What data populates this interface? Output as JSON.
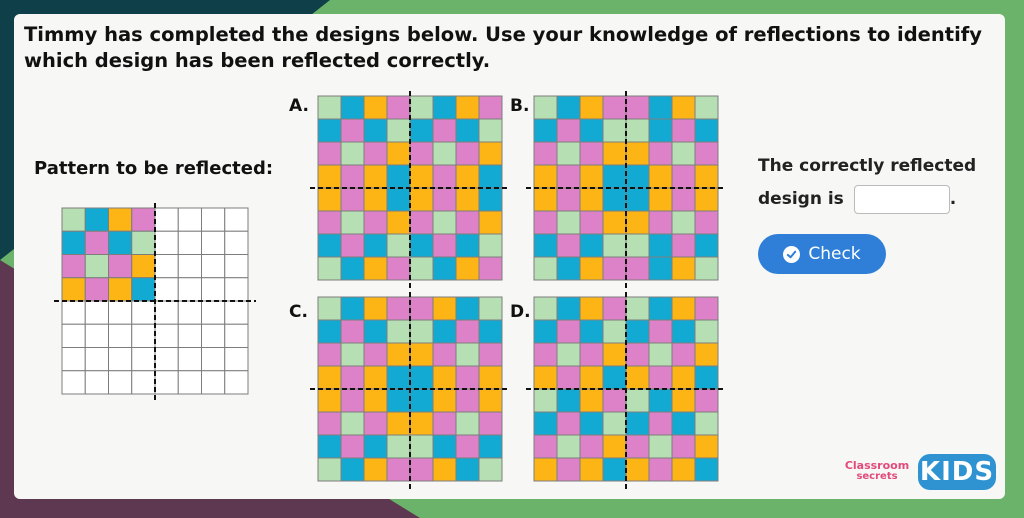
{
  "question": {
    "text": "Timmy has completed the designs below. Use your knowledge of reflections to identify which design has been reflected correctly."
  },
  "pattern": {
    "label": "Pattern to be reflected:",
    "cells": [
      [
        "G",
        "B",
        "O",
        "P"
      ],
      [
        "B",
        "P",
        "B",
        "G"
      ],
      [
        "P",
        "G",
        "P",
        "O"
      ],
      [
        "O",
        "P",
        "O",
        "B"
      ]
    ]
  },
  "options": [
    {
      "label": "A.",
      "cells": [
        [
          "G",
          "B",
          "O",
          "P",
          "G",
          "B",
          "O",
          "P"
        ],
        [
          "B",
          "P",
          "B",
          "G",
          "B",
          "P",
          "B",
          "G"
        ],
        [
          "P",
          "G",
          "P",
          "O",
          "P",
          "G",
          "P",
          "O"
        ],
        [
          "O",
          "P",
          "O",
          "B",
          "O",
          "P",
          "O",
          "B"
        ],
        [
          "O",
          "P",
          "O",
          "B",
          "O",
          "P",
          "O",
          "B"
        ],
        [
          "P",
          "G",
          "P",
          "O",
          "P",
          "G",
          "P",
          "O"
        ],
        [
          "B",
          "P",
          "B",
          "G",
          "B",
          "P",
          "B",
          "G"
        ],
        [
          "G",
          "B",
          "O",
          "P",
          "G",
          "B",
          "O",
          "P"
        ]
      ]
    },
    {
      "label": "B.",
      "cells": [
        [
          "G",
          "B",
          "O",
          "P",
          "P",
          "B",
          "O",
          "G"
        ],
        [
          "B",
          "P",
          "B",
          "G",
          "G",
          "B",
          "P",
          "B"
        ],
        [
          "P",
          "G",
          "P",
          "O",
          "O",
          "P",
          "G",
          "P"
        ],
        [
          "O",
          "P",
          "O",
          "B",
          "B",
          "O",
          "P",
          "O"
        ],
        [
          "O",
          "P",
          "O",
          "B",
          "B",
          "O",
          "P",
          "O"
        ],
        [
          "P",
          "G",
          "P",
          "O",
          "O",
          "P",
          "G",
          "P"
        ],
        [
          "B",
          "P",
          "B",
          "G",
          "G",
          "B",
          "P",
          "B"
        ],
        [
          "G",
          "B",
          "O",
          "P",
          "P",
          "B",
          "O",
          "G"
        ]
      ]
    },
    {
      "label": "C.",
      "cells": [
        [
          "G",
          "B",
          "O",
          "P",
          "P",
          "O",
          "B",
          "G"
        ],
        [
          "B",
          "P",
          "B",
          "G",
          "G",
          "B",
          "P",
          "B"
        ],
        [
          "P",
          "G",
          "P",
          "O",
          "O",
          "P",
          "G",
          "P"
        ],
        [
          "O",
          "P",
          "O",
          "B",
          "B",
          "O",
          "P",
          "O"
        ],
        [
          "O",
          "P",
          "O",
          "B",
          "B",
          "O",
          "P",
          "O"
        ],
        [
          "P",
          "G",
          "P",
          "O",
          "O",
          "P",
          "G",
          "P"
        ],
        [
          "B",
          "P",
          "B",
          "G",
          "G",
          "B",
          "P",
          "B"
        ],
        [
          "G",
          "B",
          "O",
          "P",
          "P",
          "O",
          "B",
          "G"
        ]
      ]
    },
    {
      "label": "D.",
      "cells": [
        [
          "G",
          "B",
          "O",
          "P",
          "G",
          "B",
          "O",
          "P"
        ],
        [
          "B",
          "P",
          "B",
          "G",
          "B",
          "P",
          "B",
          "G"
        ],
        [
          "P",
          "G",
          "P",
          "O",
          "P",
          "G",
          "P",
          "O"
        ],
        [
          "O",
          "P",
          "O",
          "B",
          "O",
          "P",
          "O",
          "B"
        ],
        [
          "G",
          "B",
          "O",
          "P",
          "G",
          "B",
          "O",
          "P"
        ],
        [
          "B",
          "P",
          "B",
          "G",
          "B",
          "P",
          "B",
          "G"
        ],
        [
          "P",
          "G",
          "P",
          "O",
          "P",
          "G",
          "P",
          "O"
        ],
        [
          "O",
          "P",
          "O",
          "B",
          "O",
          "P",
          "O",
          "B"
        ]
      ]
    }
  ],
  "answer": {
    "prompt_line1": "The correctly reflected",
    "prompt_line2": "design is",
    "suffix": ".",
    "value": ""
  },
  "check": {
    "label": "Check"
  },
  "logos": {
    "classroom_line1": "Classroom",
    "classroom_line2": "secrets",
    "kids": "KIDS"
  },
  "colors": {
    "G": "#b6e0b4",
    "B": "#12aad2",
    "O": "#fdb515",
    "P": "#dd82c8",
    "empty": "#ffffff",
    "grid_line": "#7d7d7d",
    "dash": "#111111",
    "accent": "#2f7fd8",
    "bg_green": "#6bb36a",
    "bg_dark_teal": "#0f3f48",
    "bg_plum": "#5d3850"
  },
  "icons": {
    "check": "check-circle-icon"
  }
}
